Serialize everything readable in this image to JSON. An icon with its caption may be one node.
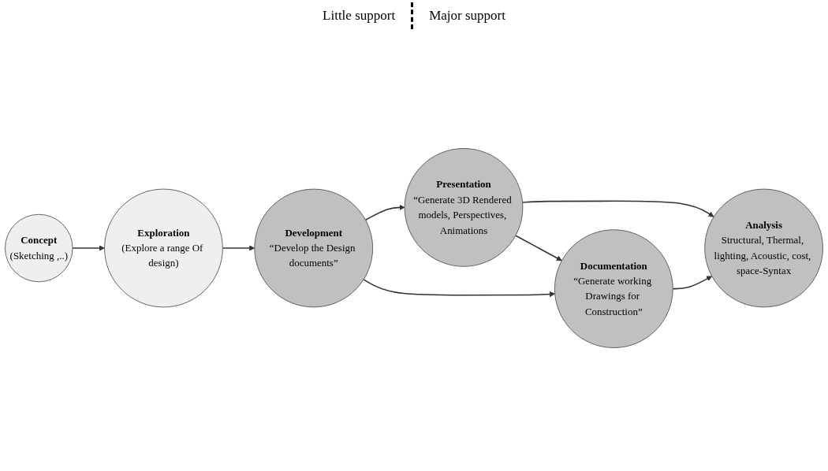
{
  "diagram": {
    "nodes": [
      {
        "text": [
          "Concept",
          "(Sketching ,..)"
        ]
      },
      {
        "text": [
          "Exploration",
          "(Explore a range Of design)"
        ]
      },
      {
        "text": [
          "Development",
          "“Develop the Design documents”"
        ]
      },
      {
        "text": [
          "Presentation",
          "“Generate 3D Rendered models, Perspectives, Animations"
        ]
      },
      {
        "text": [
          "Analysis",
          "Structural, Thermal, lighting, Acoustic, cost, space-Syntax"
        ]
      },
      {
        "text": [
          "Documentation",
          "“Generate working Drawings for Construction”"
        ]
      }
    ],
    "edges": [
      {
        "from": 0,
        "to": 1,
        "arrow": "to"
      },
      {
        "from": 1,
        "to": 2,
        "arrow": "to"
      },
      {
        "from": 2,
        "to": 3,
        "arrow": "to"
      },
      {
        "from": 2,
        "to": 5,
        "arrow": "to"
      },
      {
        "from": 3,
        "to": 4,
        "arrow": "to"
      },
      {
        "from": 3,
        "to": 5,
        "arrow": "to"
      },
      {
        "from": 5,
        "to": 4,
        "arrow": "to"
      }
    ],
    "labels": [
      "Little support",
      "Major support"
    ]
  }
}
